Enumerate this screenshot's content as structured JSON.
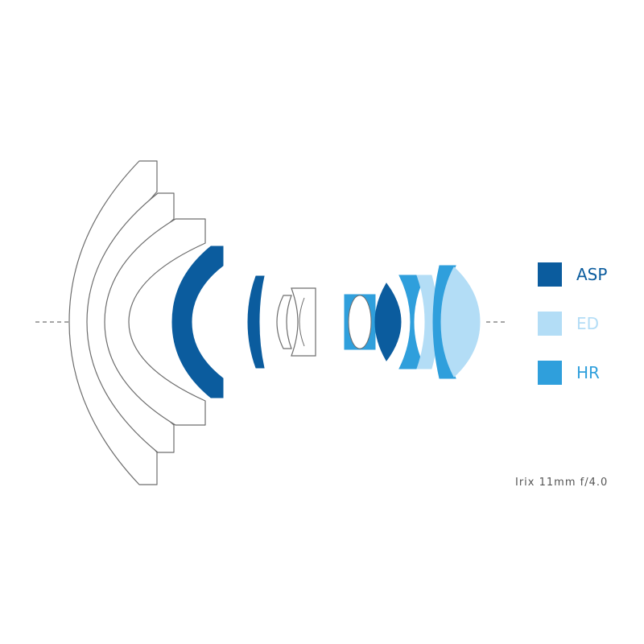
{
  "colors": {
    "asp": "#0b5c9e",
    "ed": "#b3ddf6",
    "hr": "#2f9fdc",
    "outline": "#6d6d6d",
    "axis": "#888888"
  },
  "legend": [
    {
      "key": "asp",
      "label": "ASP"
    },
    {
      "key": "ed",
      "label": "ED"
    },
    {
      "key": "hr",
      "label": "HR"
    }
  ],
  "caption": "Irix 11mm f/4.0"
}
